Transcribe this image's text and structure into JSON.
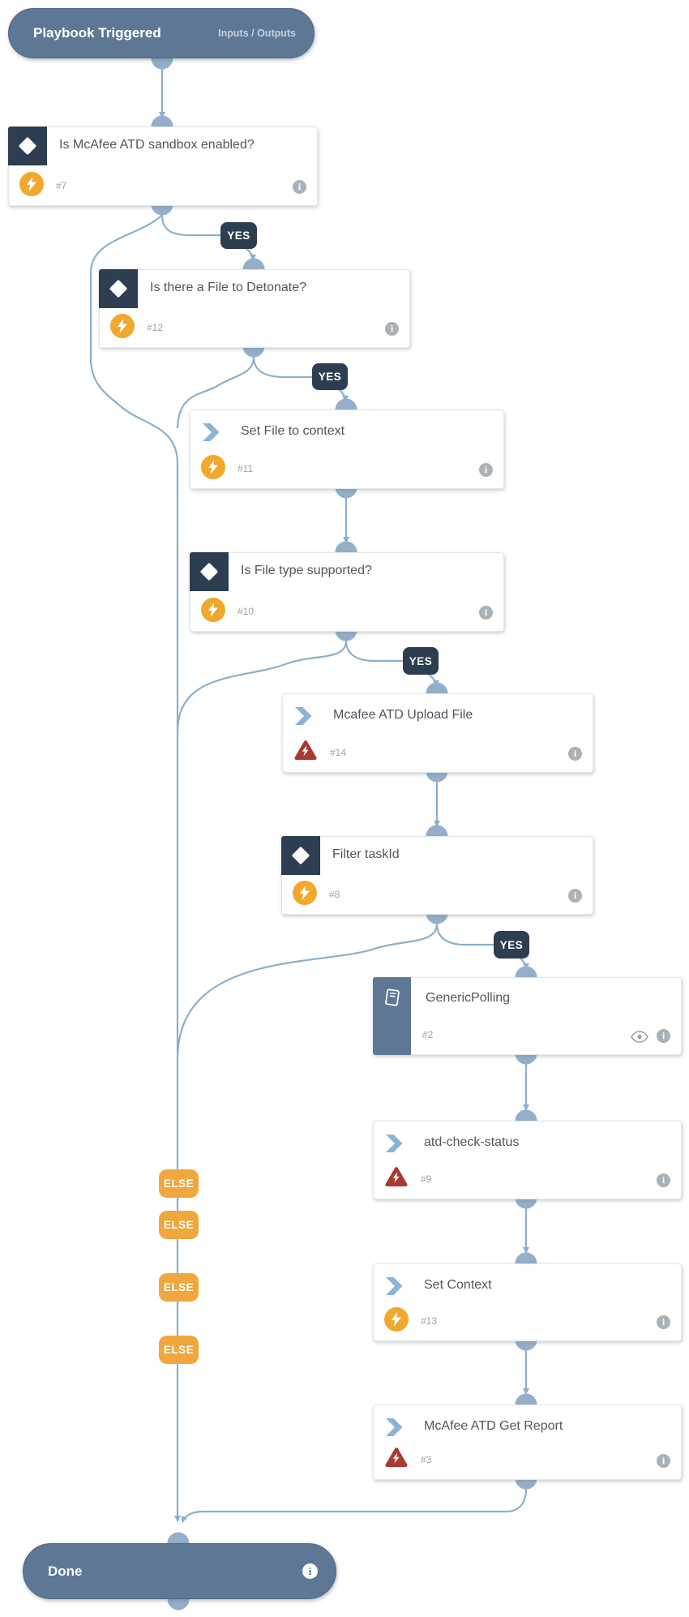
{
  "app": {
    "view": "playbook-workflow"
  },
  "colors": {
    "terminal_pill": "#5d7795",
    "condition_header": "#2d3e50",
    "yes_badge": "#2d3e50",
    "else_badge": "#efa73e",
    "automation_icon": "#f0a82d",
    "error_icon": "#a93a33",
    "task_chevron": "#8cb3d6",
    "connector_line": "#8cafcc",
    "port": "#93afca",
    "title_text": "#4f575e",
    "muted_text": "#9ba2a8"
  },
  "labels": {
    "yes": "YES",
    "else": "ELSE"
  },
  "icons": {
    "info": "i"
  },
  "start": {
    "title": "Playbook Triggered",
    "link": "Inputs / Outputs"
  },
  "end": {
    "title": "Done"
  },
  "tasks": {
    "n7": {
      "title": "Is McAfee ATD sandbox enabled?",
      "number": "#7",
      "type": "condition",
      "icon": "lightning-icon"
    },
    "n12": {
      "title": "Is there a File to Detonate?",
      "number": "#12",
      "type": "condition",
      "icon": "lightning-icon"
    },
    "n11": {
      "title": "Set File to context",
      "number": "#11",
      "type": "automation",
      "icon": "lightning-icon"
    },
    "n10": {
      "title": "Is File type supported?",
      "number": "#10",
      "type": "condition",
      "icon": "lightning-icon"
    },
    "n14": {
      "title": "Mcafee ATD Upload File",
      "number": "#14",
      "type": "integration",
      "icon": "warning-lightning-icon"
    },
    "n8": {
      "title": "Filter taskId",
      "number": "#8",
      "type": "condition",
      "icon": "lightning-icon"
    },
    "n2": {
      "title": "GenericPolling",
      "number": "#2",
      "type": "sub-playbook",
      "icon": "book-icon"
    },
    "n9": {
      "title": "atd-check-status",
      "number": "#9",
      "type": "integration",
      "icon": "warning-lightning-icon"
    },
    "n13": {
      "title": "Set Context",
      "number": "#13",
      "type": "automation",
      "icon": "lightning-icon"
    },
    "n3": {
      "title": "McAfee ATD Get Report",
      "number": "#3",
      "type": "integration",
      "icon": "warning-lightning-icon"
    }
  }
}
